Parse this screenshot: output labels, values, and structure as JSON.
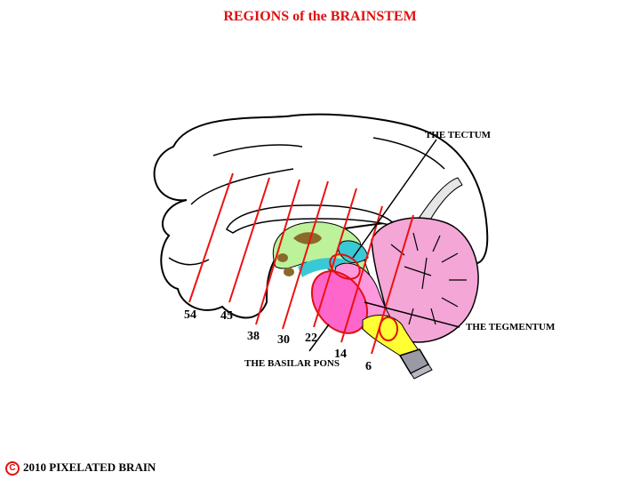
{
  "title": "REGIONS of the BRAINSTEM",
  "labels": {
    "tectum": "THE TECTUM",
    "tegmentum": "THE TEGMENTUM",
    "basilar_pons": "THE BASILAR PONS"
  },
  "section_numbers": [
    "54",
    "45",
    "38",
    "30",
    "22",
    "14",
    "6"
  ],
  "footer": {
    "symbol": "C",
    "text": "2010  PIXELATED BRAIN"
  },
  "colors": {
    "section_line": "#ee1111",
    "cerebellum": "#f4a6d6",
    "midbrain": "#bdf29a",
    "tectum": "#39c9d6",
    "pons": "#ff66cc",
    "medulla": "#ffff33",
    "spinal": "#9a9aa6",
    "thalamus": "#8a6a2a"
  }
}
